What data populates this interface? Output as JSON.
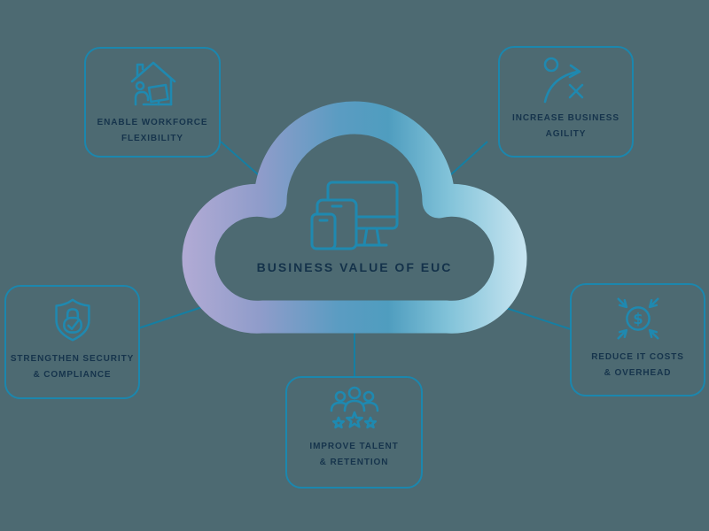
{
  "center": {
    "label": "BUSINESS VALUE OF EUC",
    "icon": "devices-icon"
  },
  "nodes": [
    {
      "id": "workforce-flexibility",
      "line1": "ENABLE WORKFORCE",
      "line2": "FLEXIBILITY",
      "icon": "home-office-icon",
      "position": "top-left"
    },
    {
      "id": "business-agility",
      "line1": "INCREASE BUSINESS",
      "line2": "AGILITY",
      "icon": "strategy-arrow-icon",
      "position": "top-right"
    },
    {
      "id": "security-compliance",
      "line1": "STRENGTHEN SECURITY",
      "line2": "& COMPLIANCE",
      "icon": "shield-lock-icon",
      "position": "left"
    },
    {
      "id": "it-costs-overhead",
      "line1": "REDUCE IT COSTS",
      "line2": "& OVERHEAD",
      "icon": "dollar-inward-arrows-icon",
      "position": "right"
    },
    {
      "id": "talent-retention",
      "line1": "IMPROVE TALENT",
      "line2": "& RETENTION",
      "icon": "team-stars-icon",
      "position": "bottom"
    }
  ],
  "icons": {
    "dollar_symbol": "$"
  },
  "colors": {
    "background": "#4d6a72",
    "box_border": "#1b87ae",
    "connector_line": "#157fa3",
    "icon_stroke": "#1f89b0",
    "text_navy": "#16344c",
    "cloud_gradient": [
      "#b0aad4",
      "#8f9cca",
      "#5b9cc2",
      "#4f9dbf",
      "#82c3d9",
      "#c6e4f0"
    ]
  }
}
